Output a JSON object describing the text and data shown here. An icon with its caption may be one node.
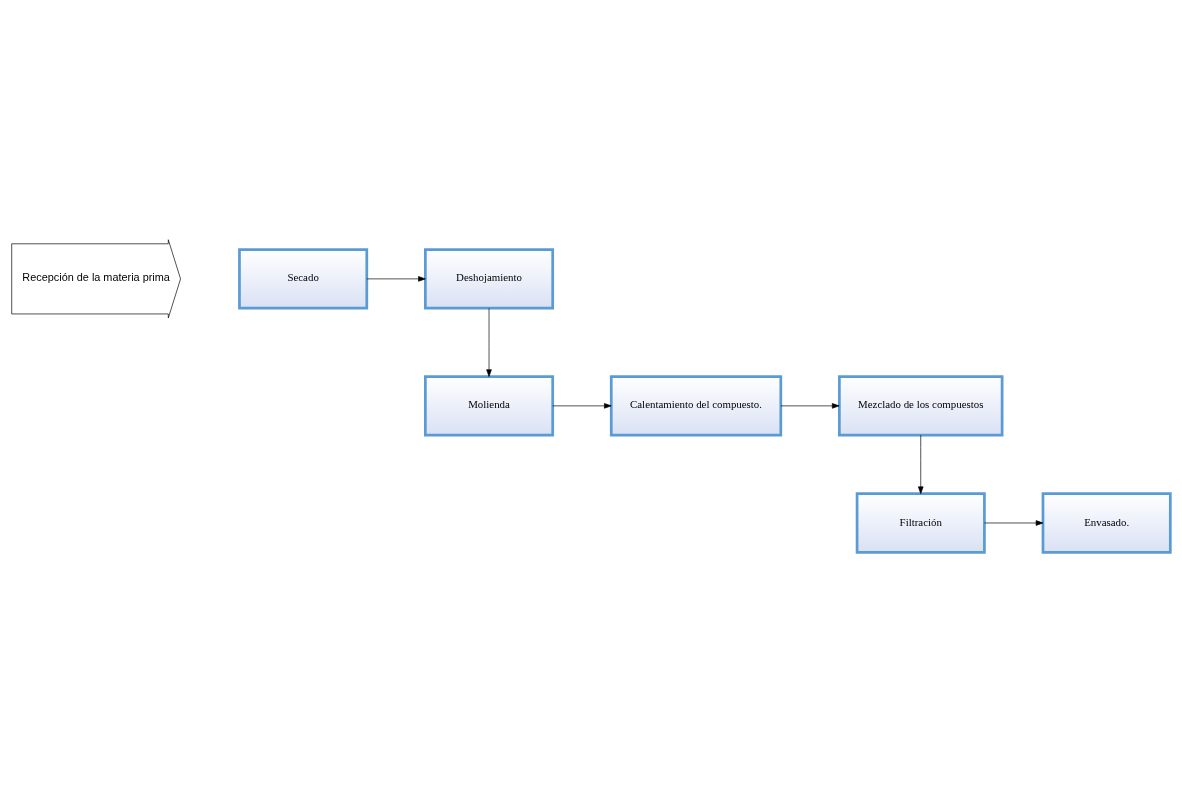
{
  "diagram": {
    "nodes": [
      {
        "text": [
          "Recepción de la materia prima"
        ]
      },
      {
        "text": [
          "Secado"
        ]
      },
      {
        "text": [
          "Deshojamiento"
        ]
      },
      {
        "text": [
          "Molienda"
        ]
      },
      {
        "text": [
          "Calentamiento del compuesto."
        ]
      },
      {
        "text": [
          "Mezclado de los compuestos"
        ]
      },
      {
        "text": [
          "Filtración"
        ]
      },
      {
        "text": [
          "Envasado."
        ]
      }
    ],
    "edges": [
      {
        "from": 1,
        "to": 2,
        "arrow": "to"
      },
      {
        "from": 2,
        "to": 3,
        "arrow": "to"
      },
      {
        "from": 3,
        "to": 4,
        "arrow": "to"
      },
      {
        "from": 4,
        "to": 5,
        "arrow": "to"
      },
      {
        "from": 5,
        "to": 6,
        "arrow": "to"
      },
      {
        "from": 6,
        "to": 7,
        "arrow": "to"
      }
    ]
  }
}
